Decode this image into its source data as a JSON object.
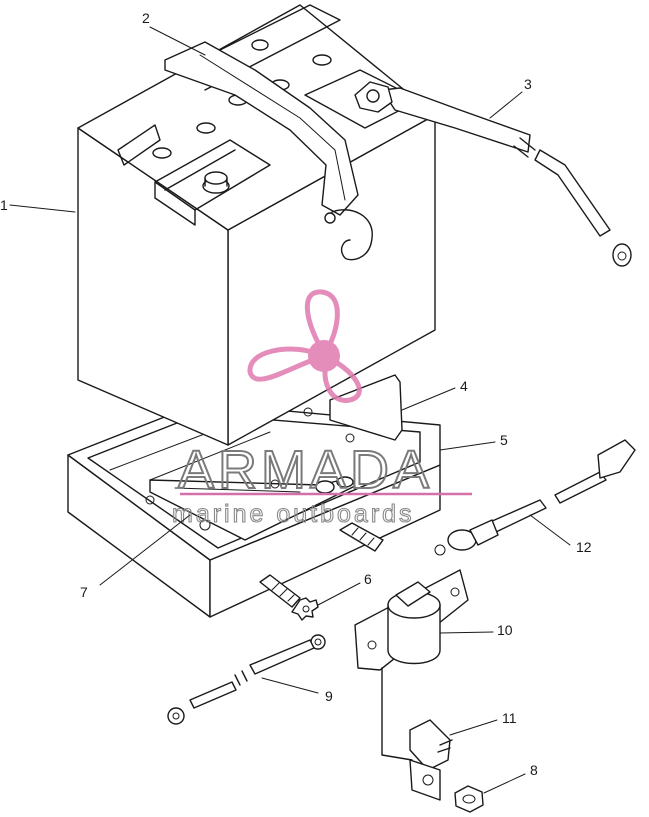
{
  "watermark": {
    "brand": "ARMADA",
    "tagline": "marine outboards",
    "logo_color": "#e07ab0",
    "rule_color": "#d470a8"
  },
  "callouts": [
    {
      "id": "1",
      "label": "1"
    },
    {
      "id": "2",
      "label": "2"
    },
    {
      "id": "3",
      "label": "3"
    },
    {
      "id": "4",
      "label": "4"
    },
    {
      "id": "5",
      "label": "5"
    },
    {
      "id": "6",
      "label": "6"
    },
    {
      "id": "7",
      "label": "7"
    },
    {
      "id": "8",
      "label": "8"
    },
    {
      "id": "9",
      "label": "9"
    },
    {
      "id": "10",
      "label": "10"
    },
    {
      "id": "11",
      "label": "11"
    },
    {
      "id": "12",
      "label": "12"
    }
  ]
}
